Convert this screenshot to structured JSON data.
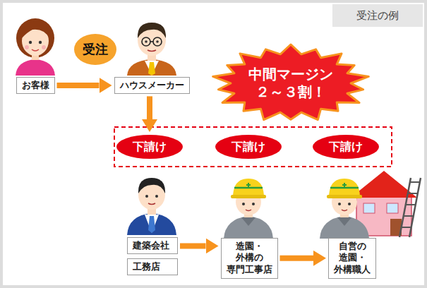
{
  "diagram": {
    "title": "受注の例",
    "nodes": [
      {
        "text": [
          "お客様"
        ]
      },
      {
        "text": [
          "受注"
        ]
      },
      {
        "text": [
          "ハウスメーカー"
        ]
      },
      {
        "text": [
          "中間マージン ２～３割！"
        ]
      },
      {
        "text": [
          "下請け"
        ]
      },
      {
        "text": [
          "下請け"
        ]
      },
      {
        "text": [
          "下請け"
        ]
      },
      {
        "text": [
          "建築会社"
        ]
      },
      {
        "text": [
          "工務店"
        ]
      },
      {
        "text": [
          "造園・外構の 専門工事店"
        ]
      },
      {
        "text": [
          "自営の 造園・外構職人"
        ]
      }
    ],
    "edges": [
      {
        "from": 0,
        "to": 2,
        "arrow": "to"
      },
      {
        "from": 2,
        "to": 4,
        "arrow": "to"
      },
      {
        "from": 7,
        "to": 9,
        "arrow": "to"
      },
      {
        "from": 9,
        "to": 10,
        "arrow": "to"
      }
    ]
  }
}
